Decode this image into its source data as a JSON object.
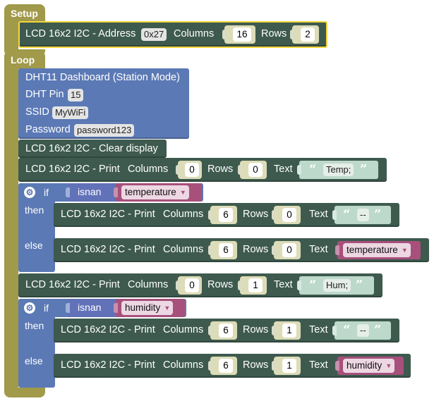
{
  "setup": {
    "hat_label": "Setup",
    "lcd_init": {
      "label": "LCD 16x2 I2C - Address",
      "address": "0x27",
      "columns_label": "Columns",
      "columns": "16",
      "rows_label": "Rows",
      "rows": "2"
    }
  },
  "loop": {
    "hat_label": "Loop",
    "dashboard": {
      "title": "DHT11 Dashboard (Station Mode)",
      "pin_label": "DHT Pin",
      "pin": "15",
      "ssid_label": "SSID",
      "ssid": "MyWiFi",
      "password_label": "Password",
      "password": "password123"
    },
    "clear": {
      "label": "LCD 16x2 I2C - Clear display"
    },
    "print_temp_label": {
      "label": "LCD 16x2 I2C - Print",
      "columns_label": "Columns",
      "columns": "0",
      "rows_label": "Rows",
      "rows": "0",
      "text_label": "Text",
      "text": "Temp;"
    },
    "if_temp": {
      "if_label": "if",
      "fn_label": "isnan",
      "variable": "temperature",
      "then_label": "then",
      "else_label": "else",
      "then_print": {
        "label": "LCD 16x2 I2C - Print",
        "columns_label": "Columns",
        "columns": "6",
        "rows_label": "Rows",
        "rows": "0",
        "text_label": "Text",
        "text": "--"
      },
      "else_print": {
        "label": "LCD 16x2 I2C - Print",
        "columns_label": "Columns",
        "columns": "6",
        "rows_label": "Rows",
        "rows": "0",
        "text_label": "Text",
        "variable": "temperature"
      }
    },
    "print_hum_label": {
      "label": "LCD 16x2 I2C - Print",
      "columns_label": "Columns",
      "columns": "0",
      "rows_label": "Rows",
      "rows": "1",
      "text_label": "Text",
      "text": "Hum;"
    },
    "if_hum": {
      "if_label": "if",
      "fn_label": "isnan",
      "variable": "humidity",
      "then_label": "then",
      "else_label": "else",
      "then_print": {
        "label": "LCD 16x2 I2C - Print",
        "columns_label": "Columns",
        "columns": "6",
        "rows_label": "Rows",
        "rows": "1",
        "text_label": "Text",
        "text": "--"
      },
      "else_print": {
        "label": "LCD 16x2 I2C - Print",
        "columns_label": "Columns",
        "columns": "6",
        "rows_label": "Rows",
        "rows": "1",
        "text_label": "Text",
        "variable": "humidity"
      }
    }
  },
  "colors": {
    "event_hat": "#a09a4a",
    "lcd_block": "#3e5a4e",
    "logic_block": "#5b79b5",
    "variable_block": "#a7507b",
    "text_literal": "#bcd9cc",
    "selected_outline": "#f4d63b"
  },
  "icons": {
    "mutator": "gear-icon",
    "dropdown": "dropdown-arrow-icon",
    "quote_open": "open-quote-icon",
    "quote_close": "close-quote-icon"
  }
}
